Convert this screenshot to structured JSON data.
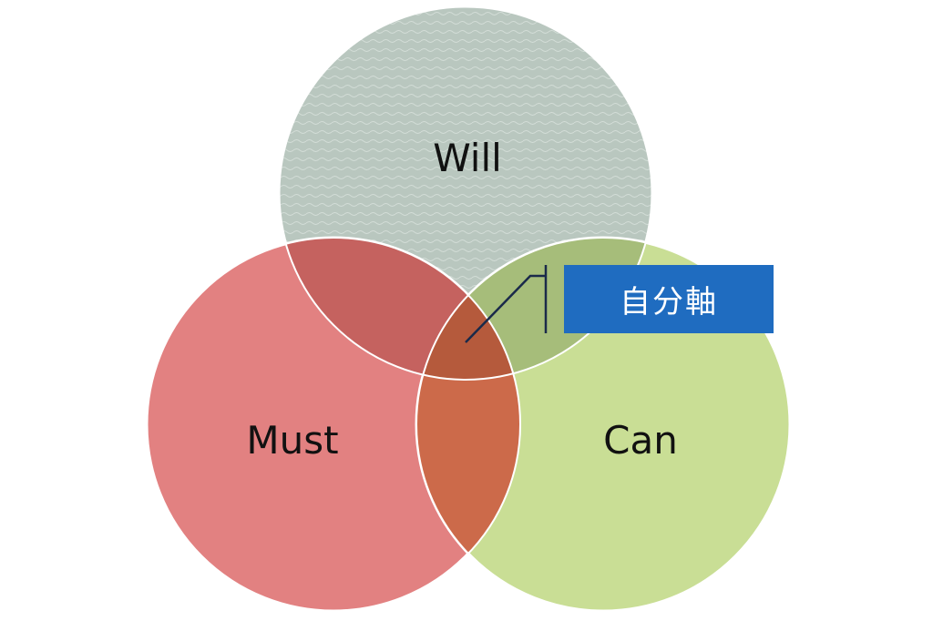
{
  "diagram": {
    "circles": [
      {
        "id": "will",
        "label": "Will",
        "color": "#b9c7bf"
      },
      {
        "id": "must",
        "label": "Must",
        "color": "#e07a7a"
      },
      {
        "id": "can",
        "label": "Can",
        "color": "#c6dc8f"
      }
    ],
    "callout": {
      "label": "自分軸",
      "color": "#1f6cc0"
    }
  }
}
